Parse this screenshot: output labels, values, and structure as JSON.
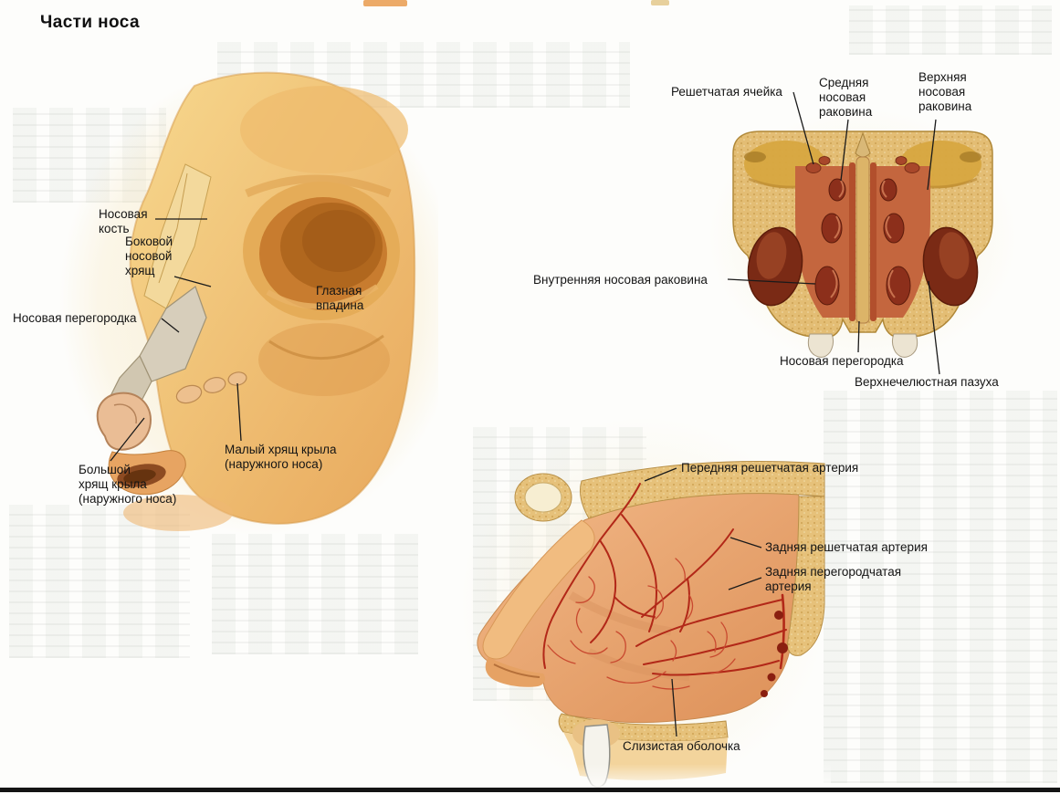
{
  "page": {
    "title": "Части носа"
  },
  "palette": {
    "bone_tan": "#e3bd74",
    "frontal_yellow": "#d7a640",
    "mucosa_red": "#b5502e",
    "sinus_dark_red": "#7a2a15",
    "artery_red": "#b22818",
    "skin_peach": "#eebc6e",
    "cartilage_gray": "#d7cebb",
    "label_ink": "#141414"
  },
  "figures": {
    "external_nose": {
      "description": "external nose skeleton, lateral view",
      "labels": {
        "nasal_bone": "Носовая\nкость",
        "lateral_nasal_cartilage": "Боковой\nносовой\nхрящ",
        "nasal_septum": "Носовая перегородка",
        "eye_socket": "Глазная\nвпадина",
        "lesser_alar_cartilage": "Малый хрящ крыла\n(наружного носа)",
        "greater_alar_cartilage": "Большой\nхрящ крыла\n(наружного носа)"
      }
    },
    "coronal_section": {
      "description": "coronal section of the nasal cavity and sinuses",
      "labels": {
        "ethmoid_cell": "Решетчатая ячейка",
        "middle_nasal_concha": "Средняя\nносовая\nраковина",
        "superior_nasal_concha": "Верхняя\nносовая\nраковина",
        "inferior_nasal_concha": "Внутренняя носовая раковина",
        "nasal_septum": "Носовая перегородка",
        "maxillary_sinus": "Верхнечелюстная пазуха"
      }
    },
    "septal_arteries": {
      "description": "sagittal section, arteries of the nasal septum",
      "labels": {
        "anterior_ethmoidal_artery": "Передняя решетчатая артерия",
        "posterior_ethmoidal_artery": "Задняя решетчатая артерия",
        "posterior_septal_artery": "Задняя перегородчатая\nартерия",
        "mucous_membrane": "Слизистая оболочка"
      }
    }
  }
}
